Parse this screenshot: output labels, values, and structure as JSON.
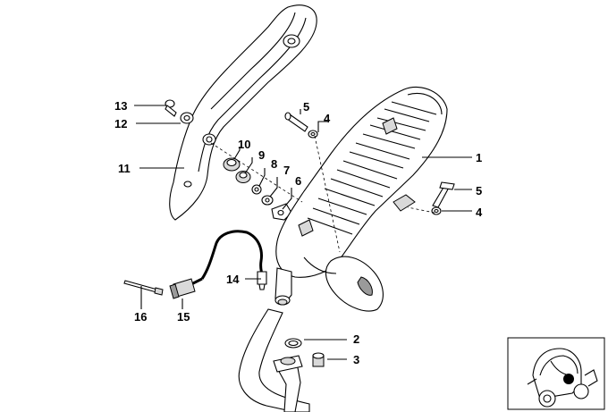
{
  "callouts": [
    {
      "id": "c1",
      "number": "1"
    },
    {
      "id": "c2",
      "number": "2"
    },
    {
      "id": "c3",
      "number": "3"
    },
    {
      "id": "c4a",
      "number": "4"
    },
    {
      "id": "c4b",
      "number": "4"
    },
    {
      "id": "c5a",
      "number": "5"
    },
    {
      "id": "c5b",
      "number": "5"
    },
    {
      "id": "c6",
      "number": "6"
    },
    {
      "id": "c7",
      "number": "7"
    },
    {
      "id": "c8",
      "number": "8"
    },
    {
      "id": "c9",
      "number": "9"
    },
    {
      "id": "c10",
      "number": "10"
    },
    {
      "id": "c11",
      "number": "11"
    },
    {
      "id": "c12",
      "number": "12"
    },
    {
      "id": "c13",
      "number": "13"
    },
    {
      "id": "c14",
      "number": "14"
    },
    {
      "id": "c15",
      "number": "15"
    },
    {
      "id": "c16",
      "number": "16"
    }
  ],
  "thumbnail": {
    "icon": "scooter-location-icon"
  }
}
